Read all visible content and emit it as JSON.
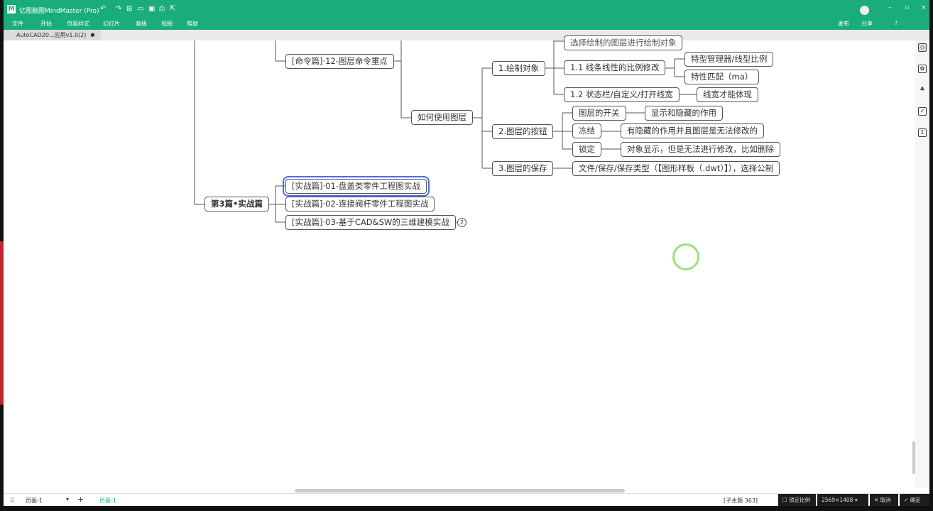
{
  "app": {
    "title": "亿图脑图MindMaster (Pro)",
    "logo": "M",
    "accent": "#1aad79"
  },
  "quick_access": [
    "↶",
    "↷",
    "⊞",
    "▭",
    "▣",
    "⎙",
    "⇱"
  ],
  "menu": [
    "文件",
    "开始",
    "页面样式",
    "幻灯片",
    "高级",
    "视图",
    "帮助"
  ],
  "header_right": {
    "publish": "发布",
    "share": "分享",
    "help": "?"
  },
  "window_controls": {
    "minimize": "–",
    "restore": "▫",
    "close": "×"
  },
  "tab": {
    "label": "AutoCAD20...应用v1.0(2)",
    "modified_dot": "●"
  },
  "nodes": {
    "part3": "第3篇•实战篇",
    "cmd12": "[命令篇]·12-图层命令重点",
    "how": "如何使用图层",
    "draw": "1.绘制对象",
    "buttons": "2.图层的按钮",
    "save": "3.图层的保存",
    "top_cut": "选择绘制的图层进行绘制对象",
    "n11": "1.1 线条线性的比例修改",
    "n12": "1.2 状态栏/自定义/打开线宽",
    "lt": "特型管理器/线型比例",
    "ma": "特性匹配（ma）",
    "lw": "线宽才能体现",
    "onoff": "图层的开关",
    "freeze": "冻结",
    "lock": "锁定",
    "onoff_d": "显示和隐藏的作用",
    "freeze_d": "有隐藏的作用并且图层是无法修改的",
    "lock_d": "对象显示，但是无法进行修改，比如删除",
    "save_d": "文件/保存/保存类型（【图形样板（.dwt）】），选择公制",
    "p01": "[实战篇]·01-盘盖类零件工程图实战",
    "p02": "[实战篇]·02-连接阀杆零件工程图实战",
    "p03": "[实战篇]·03-基于CAD&SW的三维建模实战",
    "collapsed_count": "2"
  },
  "status": {
    "page_select": "页面-1",
    "add": "+",
    "active_page": "页面-1",
    "topic_count": "[子主题 363]",
    "lock_ratio": "锁定比例",
    "resolution": "2569×1408",
    "cancel": "取消",
    "confirm": "确定"
  },
  "right_panel_icons": [
    "format-icon",
    "image-icon",
    "clipart-icon",
    "task-icon",
    "export-icon"
  ]
}
